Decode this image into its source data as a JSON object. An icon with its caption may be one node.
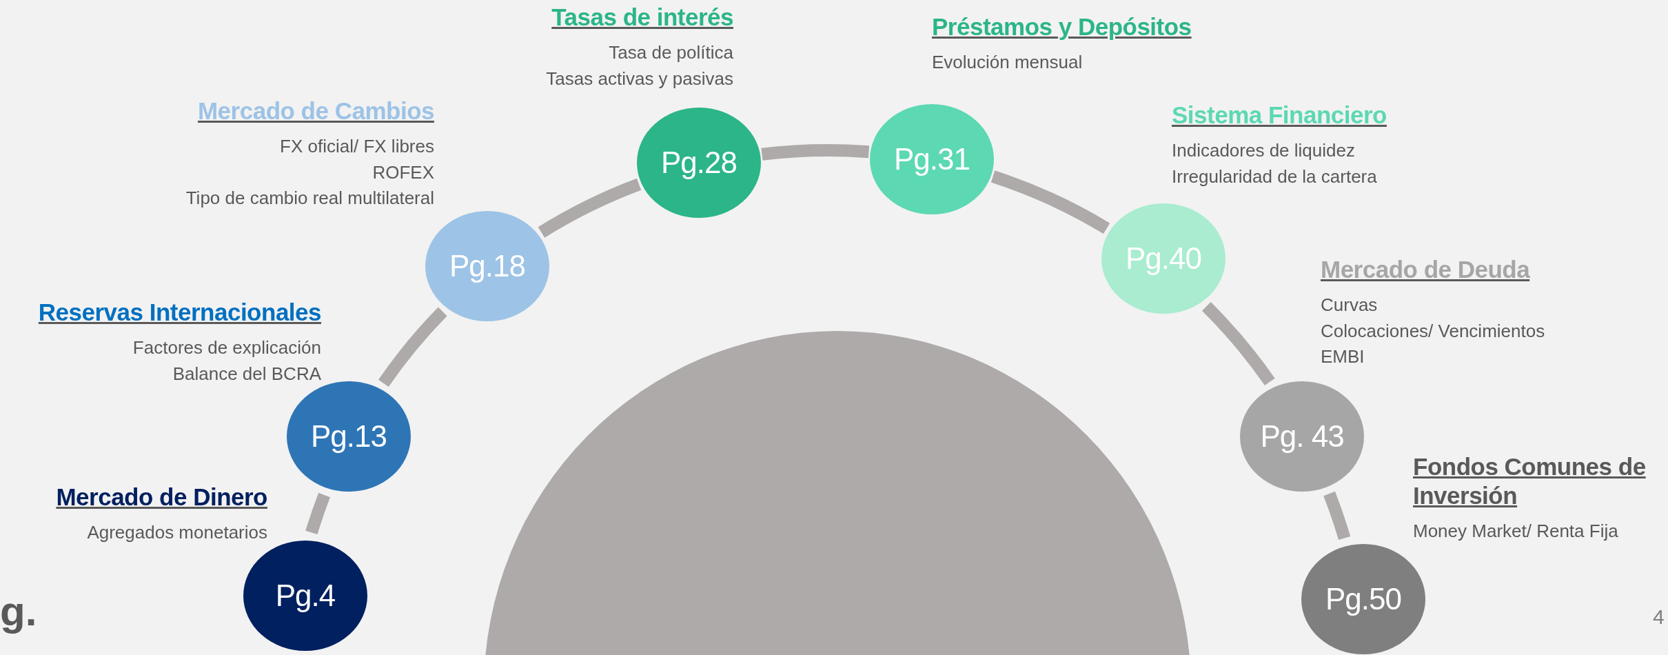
{
  "diagram": {
    "nodes": [
      {
        "text": [
          "Pg.4"
        ],
        "beside": [
          "Mercado de Dinero",
          "Agregados monetarios"
        ]
      },
      {
        "text": [
          "Pg.13"
        ],
        "beside": [
          "Reservas Internacionales",
          "Factores de explicación",
          "Balance del BCRA"
        ]
      },
      {
        "text": [
          "Pg.18"
        ],
        "beside": [
          "Mercado de Cambios",
          "FX oficial/ FX libres",
          "ROFEX",
          "Tipo de cambio real multilateral"
        ]
      },
      {
        "text": [
          "Pg.28"
        ],
        "beside": [
          "Tasas de interés",
          "Tasa de política",
          "Tasas activas y pasivas"
        ]
      },
      {
        "text": [
          "Pg.31"
        ],
        "beside": [
          "Préstamos y Depósitos",
          "Evolución mensual"
        ]
      },
      {
        "text": [
          "Pg.40"
        ],
        "beside": [
          "Sistema Financiero",
          "Indicadores de liquidez",
          "Irregularidad de la cartera"
        ]
      },
      {
        "text": [
          "Pg. 43"
        ],
        "beside": [
          "Mercado de Deuda",
          "Curvas",
          "Colocaciones/ Vencimientos",
          "EMBI"
        ]
      },
      {
        "text": [
          "Pg.50"
        ],
        "beside": [
          "Fondos Comunes de Inversión",
          "Money Market/ Renta Fija"
        ]
      },
      {
        "text": [],
        "shape": "circle"
      }
    ],
    "edges": [
      {
        "from": 0,
        "to": 1,
        "arrow": "none"
      },
      {
        "from": 1,
        "to": 2,
        "arrow": "none"
      },
      {
        "from": 2,
        "to": 3,
        "arrow": "none"
      },
      {
        "from": 3,
        "to": 4,
        "arrow": "none"
      },
      {
        "from": 4,
        "to": 5,
        "arrow": "none"
      },
      {
        "from": 5,
        "to": 6,
        "arrow": "none"
      },
      {
        "from": 6,
        "to": 7,
        "arrow": "none"
      }
    ],
    "labels": [
      "g.",
      "4"
    ]
  }
}
